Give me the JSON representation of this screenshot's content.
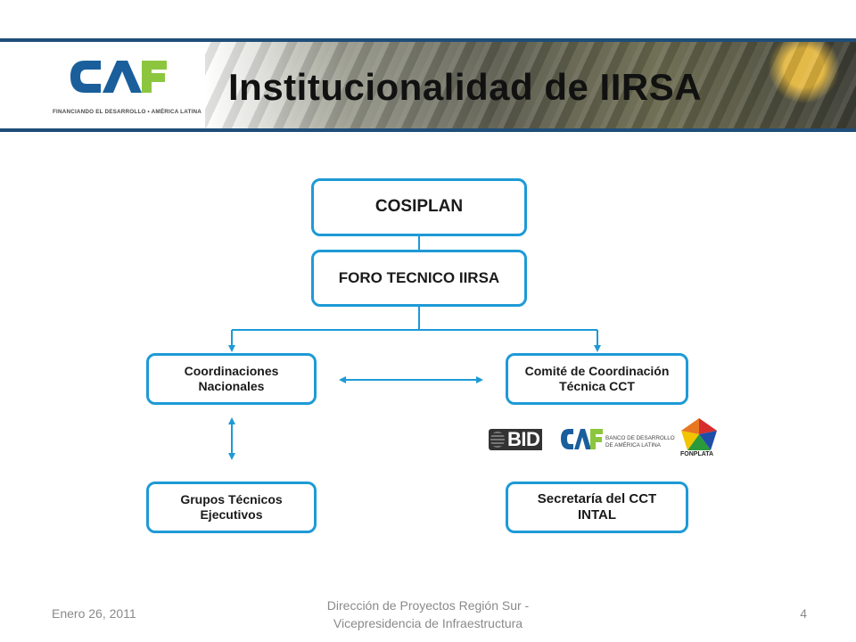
{
  "header": {
    "title": "Institucionalidad de IIRSA",
    "logo_text": "CAF",
    "logo_tagline": "FINANCIANDO EL DESARROLLO • AMÉRICA LATINA"
  },
  "diagram": {
    "nodes": {
      "cosiplan": "COSIPLAN",
      "foro": "FORO TECNICO IIRSA",
      "coordinaciones": "Coordinaciones\nNacionales",
      "comite": "Comité de Coordinación\nTécnica CCT",
      "grupos": "Grupos Técnicos\nEjecutivos",
      "secretaria": "Secretaría del CCT\nINTAL"
    },
    "partners": {
      "bid": "BID",
      "caf": "CAF",
      "caf_tagline": "BANCO DE DESARROLLO\nDE AMÉRICA LATINA",
      "fonplata": "FONPLATA"
    },
    "colors": {
      "box_border": "#1e9ad6",
      "connector": "#1e9ad6",
      "header_line": "#1f4e79",
      "caf_blue": "#1a5f9c",
      "caf_green": "#8cc63f"
    }
  },
  "footer": {
    "date": "Enero 26, 2011",
    "center": "Dirección de Proyectos Región Sur - Vicepresidencia de Infraestructura",
    "page": "4"
  }
}
